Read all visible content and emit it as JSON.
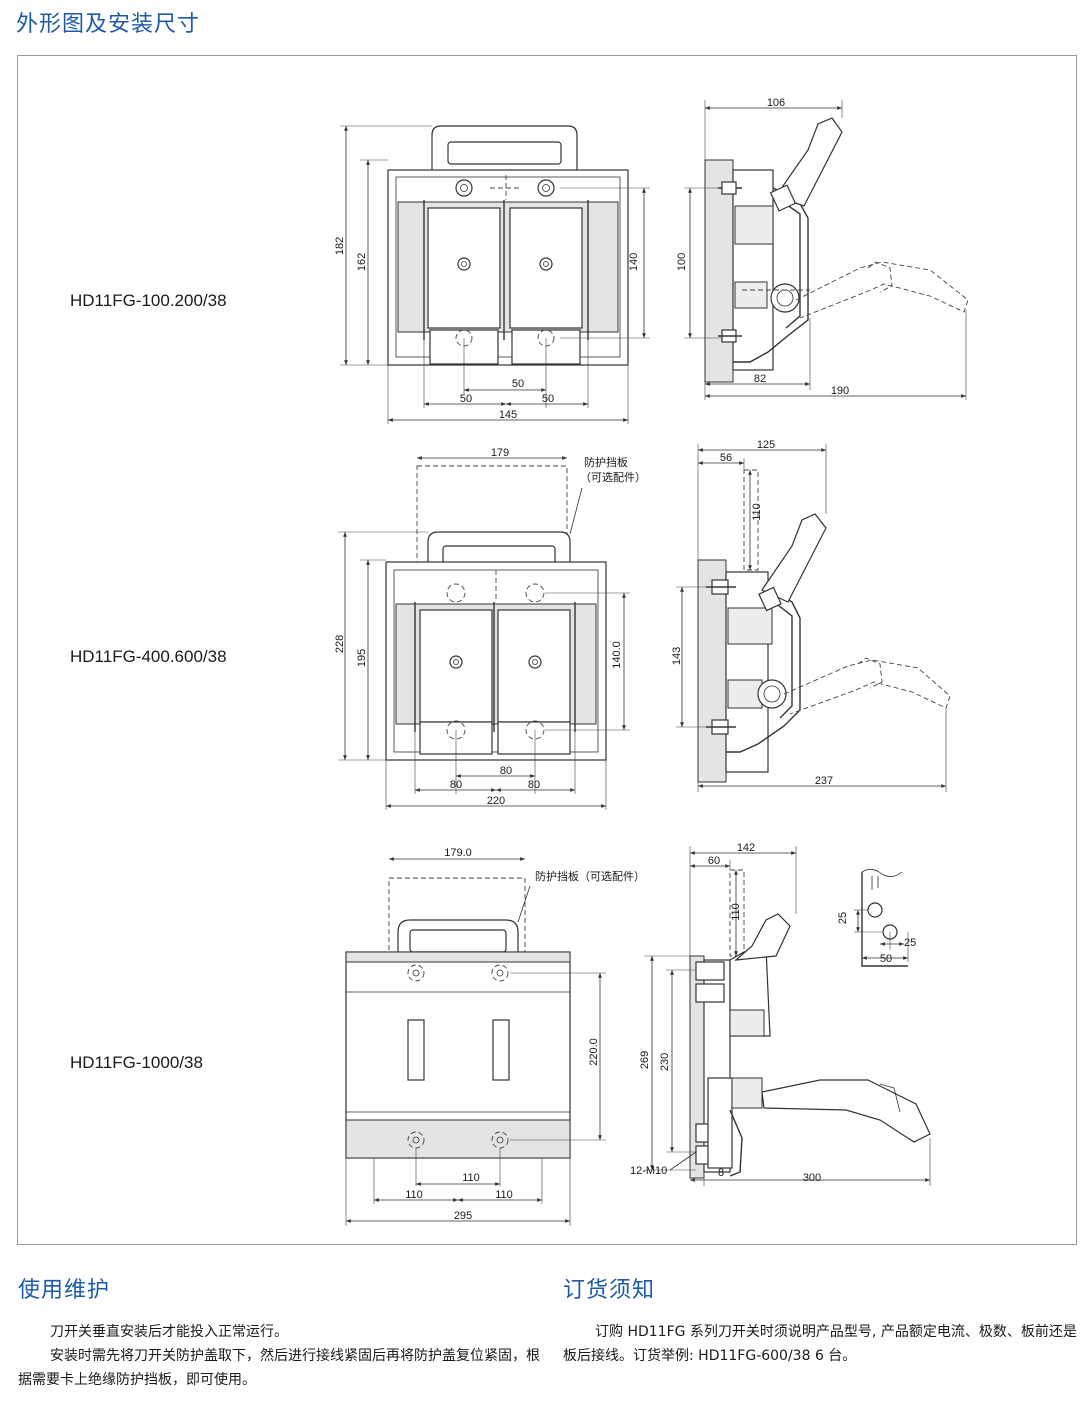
{
  "sections": {
    "dimensions_title": "外形图及安装尺寸",
    "maintenance_title": "使用维护",
    "ordering_title": "订货须知"
  },
  "models": {
    "m1": {
      "name": "HD11FG-100.200/38",
      "front": {
        "overall_height": "182",
        "height": "162",
        "mount_height": "140",
        "spacing_mid": "50",
        "spacing_left": "50",
        "spacing_right": "50",
        "width": "145"
      },
      "side": {
        "depth": "106",
        "mount": "100",
        "base": "82",
        "swing": "190"
      }
    },
    "m2": {
      "name": "HD11FG-400.600/38",
      "front": {
        "guard_width": "179",
        "guard_label_1": "防护挡板",
        "guard_label_2": "（可选配件）",
        "overall_height": "228",
        "height": "195",
        "mount_height": "140.0",
        "spacing_mid": "80",
        "spacing_left": "80",
        "spacing_right": "80",
        "width": "220"
      },
      "side": {
        "depth": "125",
        "offset": "56",
        "guard_height": "110",
        "mount": "143",
        "swing": "237"
      }
    },
    "m3": {
      "name": "HD11FG-1000/38",
      "front": {
        "guard_width": "179.0",
        "guard_label": "防护挡板（可选配件）",
        "mount_height": "220.0",
        "spacing_mid": "110",
        "spacing_left": "110",
        "spacing_right": "110",
        "width": "295"
      },
      "side": {
        "depth": "142",
        "offset": "60",
        "guard_height": "110",
        "overall": "269",
        "mount": "230",
        "bolt": "12-M10",
        "thickness": "8",
        "swing": "300"
      },
      "detail": {
        "vertical": "25",
        "horizontal": "25",
        "spacing": "50"
      }
    }
  },
  "maintenance": {
    "line1": "刀开关垂直安装后才能投入正常运行。",
    "line2": "安装时需先将刀开关防护盖取下，然后进行接线紧固后再将防护盖复位紧固，根据需要卡上绝缘防护挡板，即可使用。"
  },
  "ordering": {
    "line1": "订购 HD11FG 系列刀开关时须说明产品型号, 产品额定电流、极数、板前还是板后接线。订货举例:  HD11FG-600/38   6 台。"
  }
}
